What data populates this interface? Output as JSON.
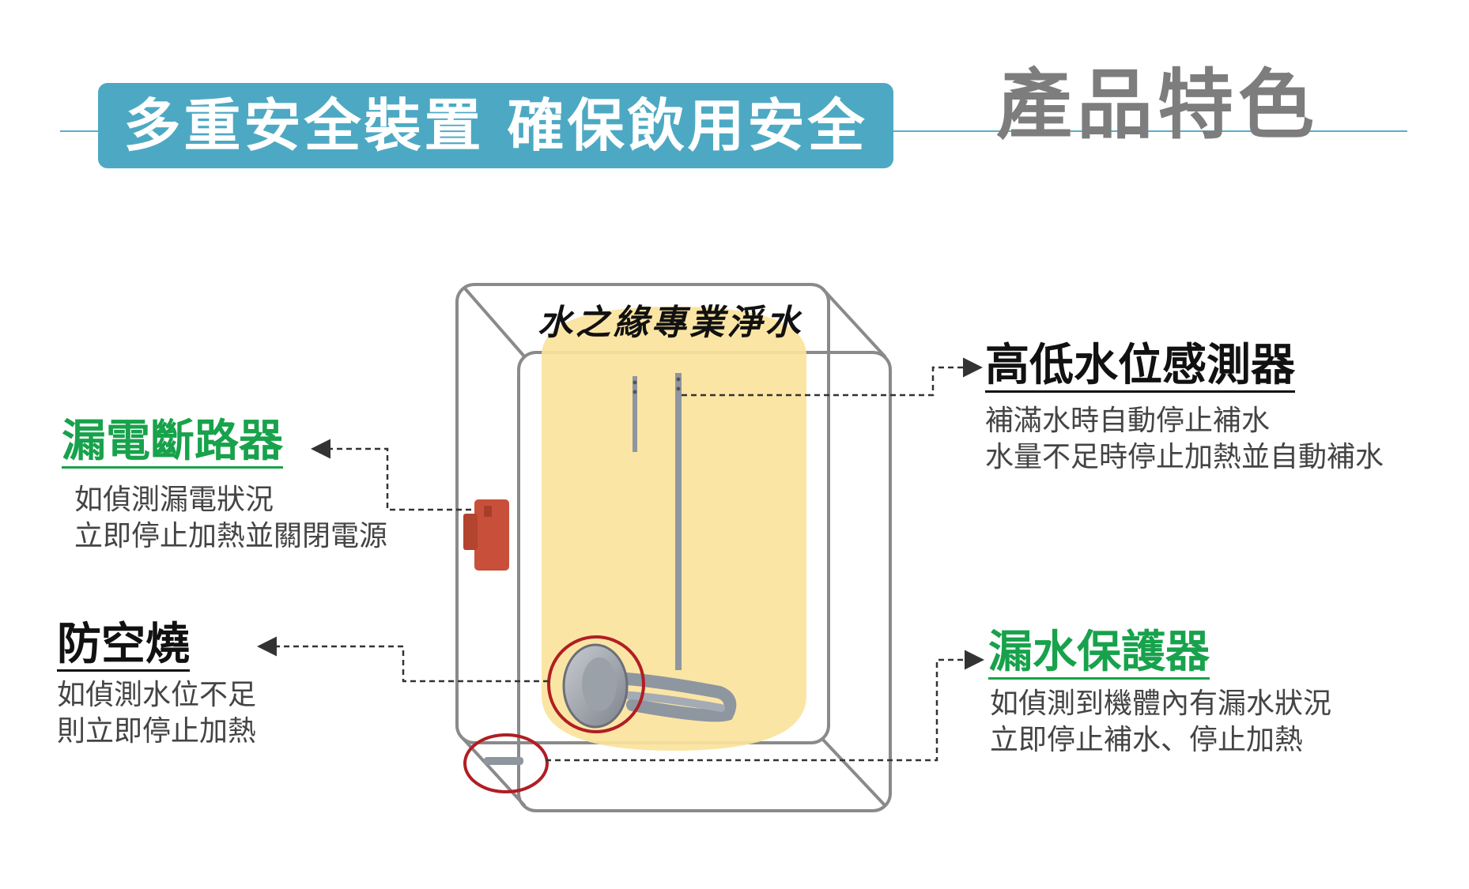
{
  "header": {
    "banner_text": "多重安全裝置 確保飲用安全",
    "section_heading": "產品特色"
  },
  "diagram": {
    "brand_label": "水之緣專業淨水"
  },
  "features": {
    "leakage_breaker": {
      "title": "漏電斷路器",
      "lines": [
        "如偵測漏電狀況",
        "立即停止加熱並關閉電源"
      ]
    },
    "dry_burn": {
      "title": "防空燒",
      "lines": [
        "如偵測水位不足",
        "則立即停止加熱"
      ]
    },
    "water_level_sensor": {
      "title": "高低水位感測器",
      "lines": [
        "補滿水時自動停止補水",
        "水量不足時停止加熱並自動補水"
      ]
    },
    "leak_protector": {
      "title": "漏水保護器",
      "lines": [
        "如偵測到機體內有漏水狀況",
        "立即停止補水、停止加熱"
      ]
    }
  },
  "colors": {
    "banner_bg": "#4da9c3",
    "accent_green": "#17a24b",
    "tank_fill": "#fbe39d",
    "highlight_circle": "#b01e23",
    "breaker_red": "#c8503a"
  }
}
